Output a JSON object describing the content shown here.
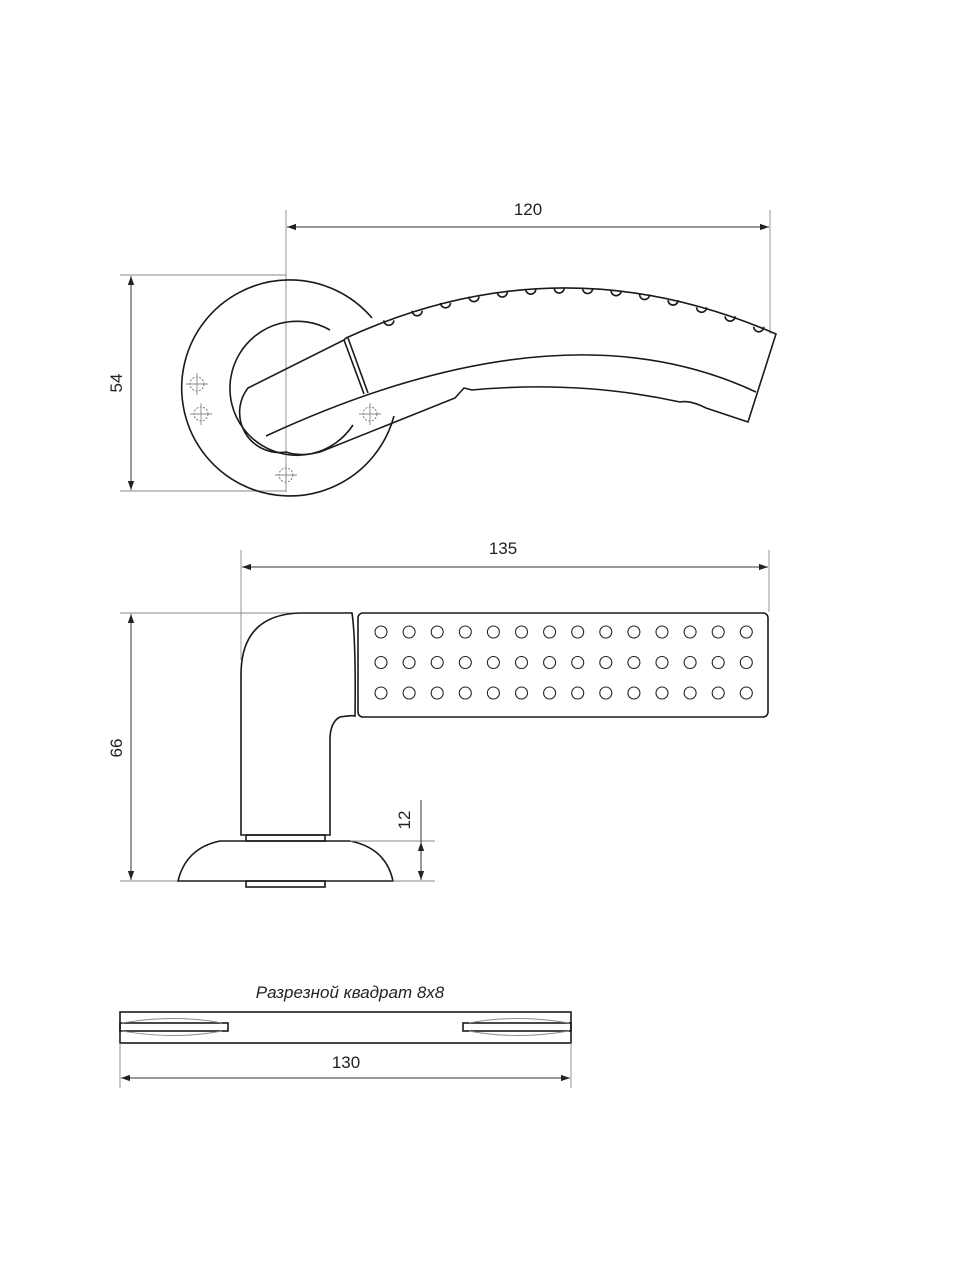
{
  "top_view": {
    "width_dim": "120",
    "height_dim": "54",
    "dimple_count": 14,
    "screw_holes": 4
  },
  "side_view": {
    "length_dim": "135",
    "height_dim": "66",
    "rose_dim": "12",
    "dot_columns": 14,
    "dot_rows": 3
  },
  "spindle": {
    "caption": "Разрезной квадрат 8х8",
    "length_dim": "130"
  },
  "colors": {
    "line": "#1a1a1a",
    "background": "#ffffff"
  }
}
